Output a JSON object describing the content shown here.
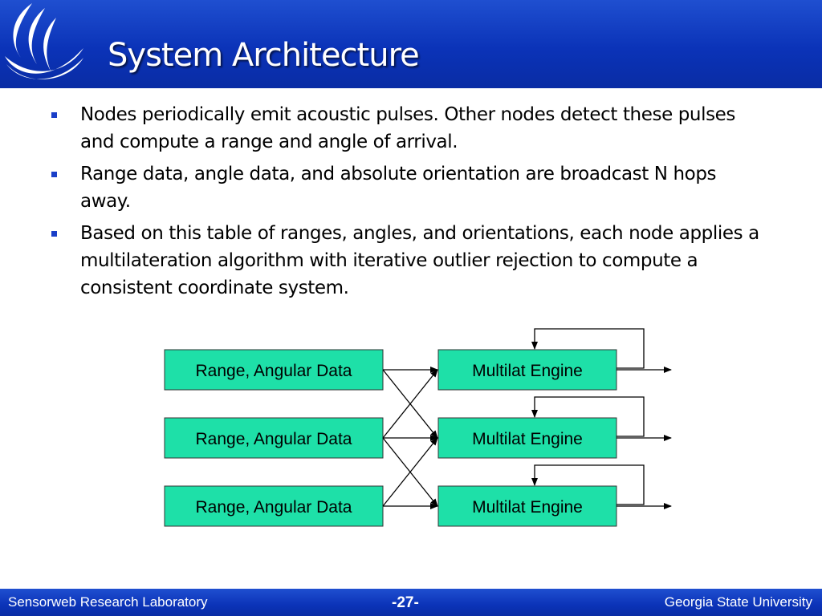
{
  "slide": {
    "title": "System Architecture",
    "bullets": [
      {
        "text": "Nodes periodically emit acoustic pulses.  Other nodes detect these pulses and compute a range and angle of arrival."
      },
      {
        "text": "Range data, angle data, and absolute orientation are broadcast N hops away."
      },
      {
        "text": "Based on this table of ranges, angles, and orientations, each node applies a multilateration algorithm with iterative outlier rejection to compute a consistent coordinate system."
      }
    ]
  },
  "diagram": {
    "inputs": [
      "Range, Angular Data",
      "Range, Angular Data",
      "Range, Angular Data"
    ],
    "engines": [
      "Multilat Engine",
      "Multilat Engine",
      "Multilat Engine"
    ]
  },
  "footer": {
    "left": "Sensorweb Research Laboratory",
    "center": "-27-",
    "right": "Georgia State University"
  },
  "colors": {
    "banner": "#0b33b8",
    "box_fill": "#1ee0a8",
    "bullet": "#1a3fc8"
  },
  "icons": {
    "logo": "flame-logo-icon",
    "bullet": "square-bullet-icon"
  }
}
